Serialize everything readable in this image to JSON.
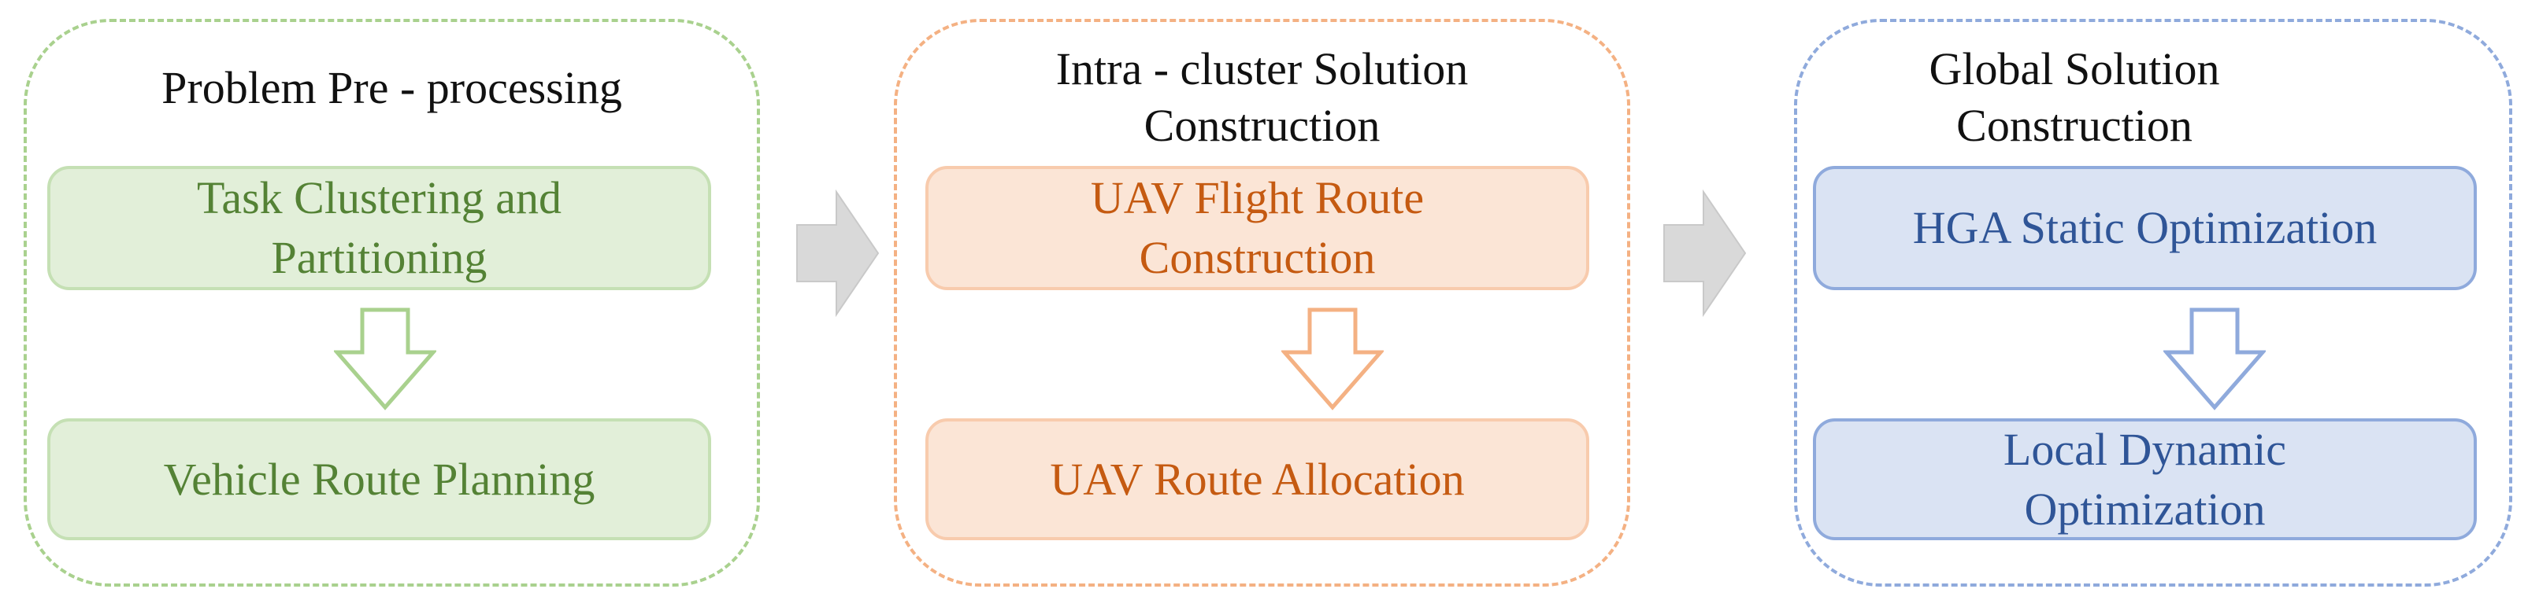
{
  "panels": [
    {
      "title": "Problem Pre - processing",
      "steps": [
        "Task Clustering and\nPartitioning",
        "Vehicle Route Planning"
      ],
      "colors": {
        "border": "#a9d18e",
        "fill": "#e2efd9",
        "text": "#548235"
      }
    },
    {
      "title": "Intra - cluster Solution\nConstruction",
      "steps": [
        "UAV Flight Route\nConstruction",
        "UAV Route Allocation"
      ],
      "colors": {
        "border": "#f4b183",
        "fill": "#fbe5d6",
        "text": "#c55a11"
      }
    },
    {
      "title": "Global Solution\nConstruction",
      "steps": [
        "HGA Static Optimization",
        "Local Dynamic\nOptimization"
      ],
      "colors": {
        "border": "#8faadc",
        "fill": "#dae3f3",
        "text": "#2f5597"
      }
    }
  ],
  "connector_color": "#d9d9d9"
}
